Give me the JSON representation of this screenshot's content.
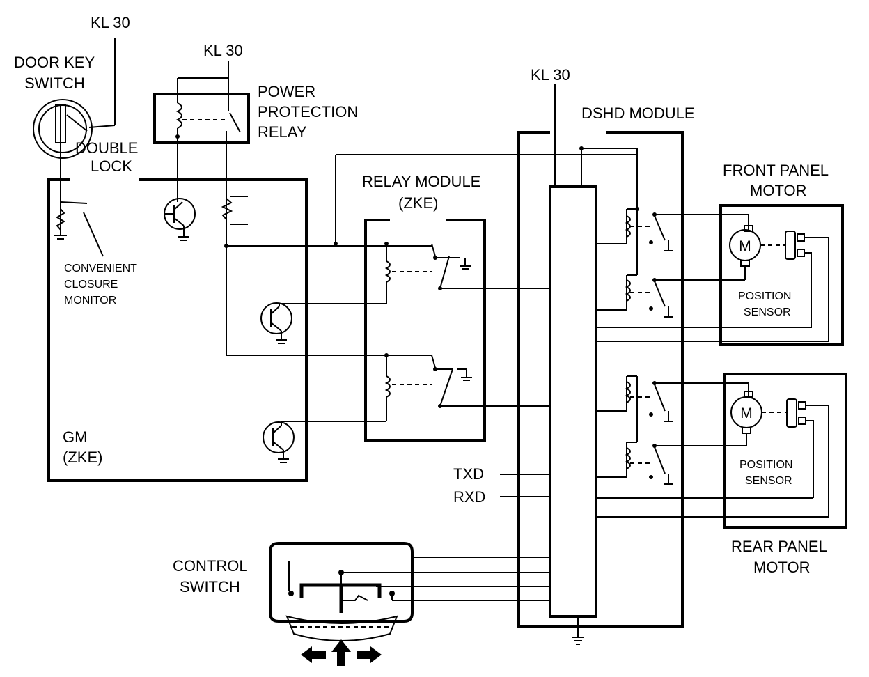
{
  "labels": {
    "kl30_a": "KL 30",
    "kl30_b": "KL 30",
    "kl30_c": "KL 30",
    "door_key_1": "DOOR KEY",
    "door_key_2": "SWITCH",
    "double_1": "DOUBLE",
    "double_2": "LOCK",
    "ppr_1": "POWER",
    "ppr_2": "PROTECTION",
    "ppr_3": "RELAY",
    "relay_mod_1": "RELAY  MODULE",
    "relay_mod_2": "(ZKE)",
    "dshd": "DSHD MODULE",
    "front_1": "FRONT PANEL",
    "front_2": "MOTOR",
    "rear_1": "REAR PANEL",
    "rear_2": "MOTOR",
    "ccm_1": "CONVENIENT",
    "ccm_2": "CLOSURE",
    "ccm_3": "MONITOR",
    "gm_1": "GM",
    "gm_2": "(ZKE)",
    "txd": "TXD",
    "rxd": "RXD",
    "ctrl_1": "CONTROL",
    "ctrl_2": "SWITCH",
    "pos_front_1": "POSITION",
    "pos_front_2": "SENSOR",
    "pos_rear_1": "POSITION",
    "pos_rear_2": "SENSOR",
    "motor_front": "M",
    "motor_rear": "M"
  },
  "icons": [
    "ground-icon",
    "transistor-icon",
    "relay-coil-icon",
    "motor-icon",
    "arrow-left-icon",
    "arrow-up-icon",
    "arrow-right-icon"
  ]
}
